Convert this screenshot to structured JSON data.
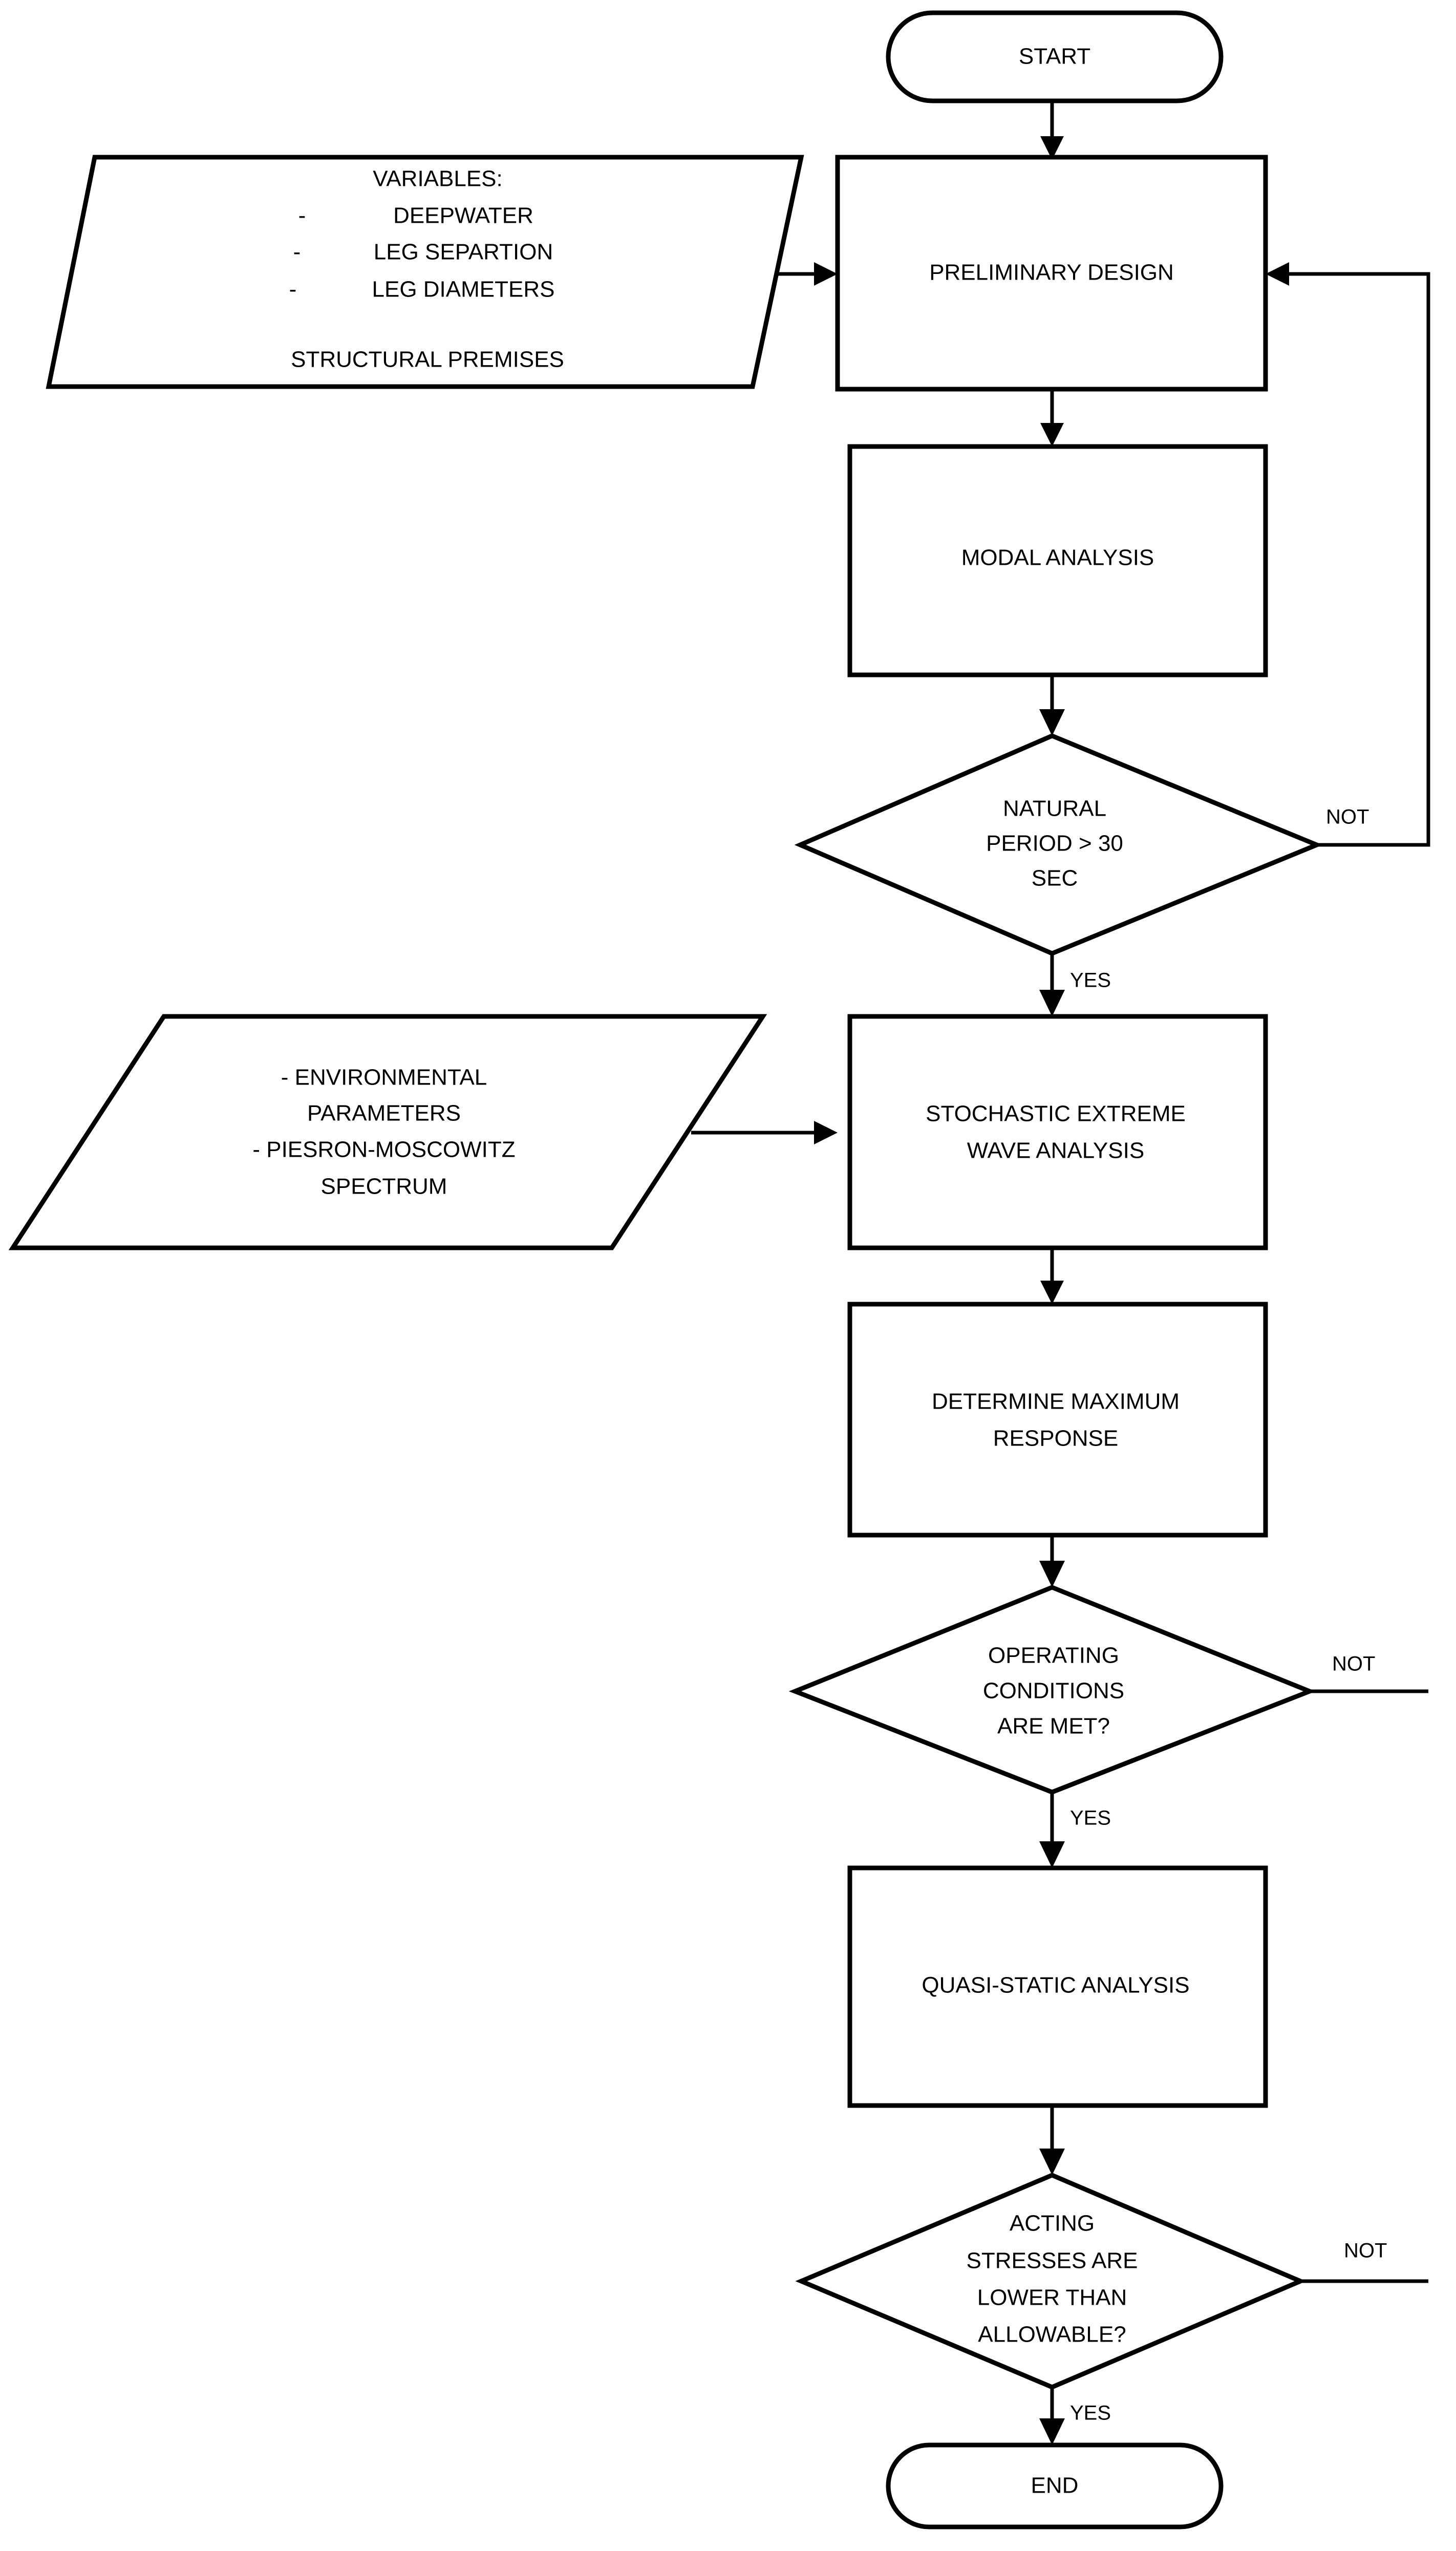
{
  "diagram": {
    "title": "Offshore Platform Structural Design Flowchart",
    "type": "flowchart",
    "background_color": "#ffffff",
    "line_color": "#000000",
    "text_color": "#000000"
  },
  "nodes": {
    "start": {
      "shape": "terminator",
      "label": "START"
    },
    "structural_premises": {
      "shape": "parallelogram",
      "heading": "VARIABLES:",
      "bullets": [
        {
          "dash": "-",
          "text": "DEEPWATER"
        },
        {
          "dash": "-",
          "text": "LEG SEPARTION"
        },
        {
          "dash": "-",
          "text": "LEG DIAMETERS"
        }
      ],
      "footer": "STRUCTURAL PREMISES"
    },
    "preliminary_design": {
      "shape": "process",
      "label": "PRELIMINARY DESIGN"
    },
    "modal_analysis": {
      "shape": "process",
      "label": "MODAL ANALYSIS"
    },
    "natural_period": {
      "shape": "decision",
      "lines": [
        "NATURAL",
        "PERIOD > 30",
        "SEC"
      ]
    },
    "environmental_inputs": {
      "shape": "parallelogram",
      "lines": [
        "- ENVIRONMENTAL",
        "PARAMETERS",
        "- PIESRON-MOSCOWITZ",
        "SPECTRUM"
      ]
    },
    "stochastic_wave": {
      "shape": "process",
      "lines": [
        "STOCHASTIC EXTREME",
        "WAVE ANALYSIS"
      ]
    },
    "determine_max_response": {
      "shape": "process",
      "lines": [
        "DETERMINE MAXIMUM",
        "RESPONSE"
      ]
    },
    "operating_conditions": {
      "shape": "decision",
      "lines": [
        "OPERATING",
        "CONDITIONS",
        "ARE MET?"
      ]
    },
    "quasi_static": {
      "shape": "process",
      "label": "QUASI-STATIC ANALYSIS"
    },
    "acting_stresses": {
      "shape": "decision",
      "lines": [
        "ACTING",
        "STRESSES ARE",
        "LOWER THAN",
        "ALLOWABLE?"
      ]
    },
    "end": {
      "shape": "terminator",
      "label": "END"
    }
  },
  "edge_labels": {
    "natural_period_not": "NOT",
    "natural_period_yes": "YES",
    "operating_conditions_not": "NOT",
    "operating_conditions_yes": "YES",
    "acting_stresses_not": "NOT",
    "acting_stresses_yes": "YES"
  }
}
